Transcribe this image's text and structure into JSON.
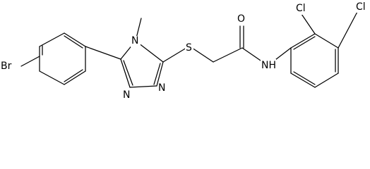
{
  "molecule": {
    "atoms": {
      "br": "Br",
      "n_methyl": "N",
      "n_ring_a": "N",
      "n_ring_b": "N",
      "s": "S",
      "o": "O",
      "nh": "NH",
      "cl_ortho": "Cl",
      "cl_para": "Cl"
    }
  }
}
